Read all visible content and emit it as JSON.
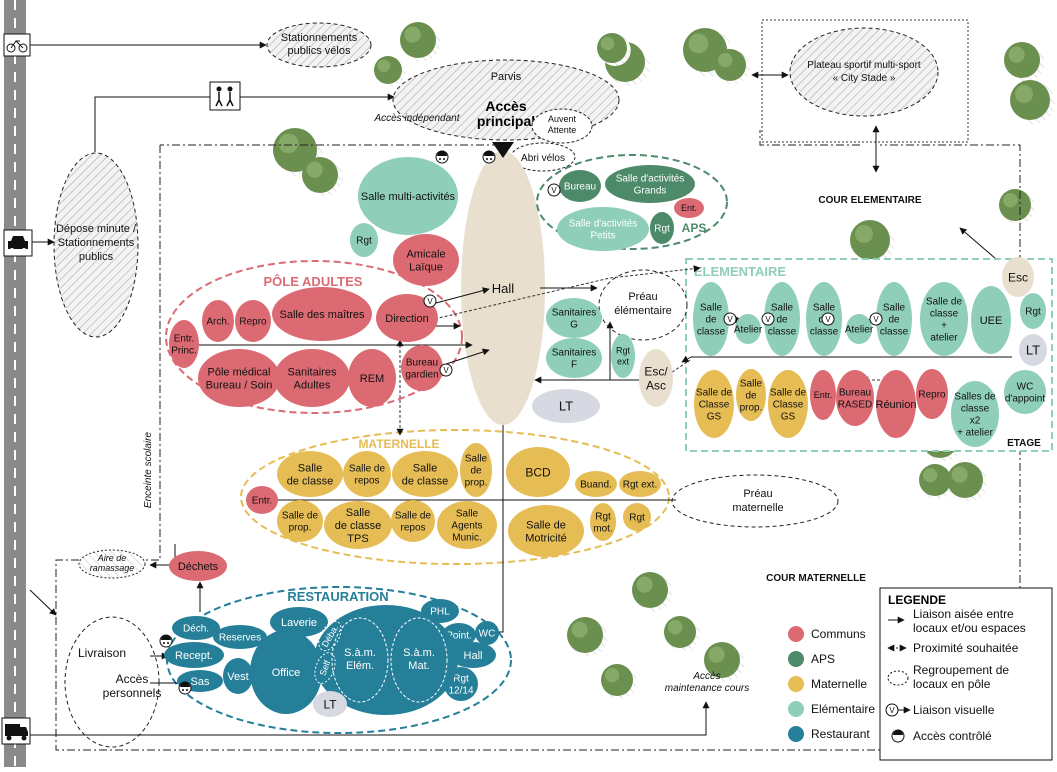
{
  "colors": {
    "communs": "#db6a73",
    "aps": "#4d8a69",
    "maternelle": "#e6bd55",
    "elementaire": "#8fcfba",
    "restaurant": "#257f99",
    "hall": "#e9dfcf",
    "lt": "#d6d9e2"
  },
  "labels": {
    "stationnements_velos": [
      "Stationnements",
      "publics vélos"
    ],
    "parvis": "Parvis",
    "acces_principal": [
      "Accès",
      "principal"
    ],
    "auvent": [
      "Auvent",
      "Attente"
    ],
    "abri_velos": "Abri vélos",
    "acces_independant": "Accès indépendant",
    "plateau": [
      "Plateau sportif multi-sport",
      "« City Stade »"
    ],
    "cour_elementaire": "COUR ELEMENTAIRE",
    "depose": [
      "Dépose minute /",
      "Stationnements",
      "publics"
    ],
    "enceinte": "Enceinte scolaire",
    "aire": [
      "Aire de",
      "ramassage"
    ],
    "livraison": "Livraison",
    "acces_personnels": [
      "Accès",
      "personnels"
    ],
    "acces_maintenance": [
      "Accès",
      "maintenance cours"
    ],
    "cour_maternelle": "COUR MATERNELLE",
    "hall": "Hall",
    "preau_elem": [
      "Préau",
      "élémentaire"
    ],
    "preau_mat": [
      "Préau",
      "maternelle"
    ],
    "esc": "Esc",
    "esc_asc": [
      "Esc/",
      "Asc"
    ],
    "lt": "LT",
    "etage": "ETAGE"
  },
  "poles": {
    "adultes": "PÔLE ADULTES",
    "maternelle": "MATERNELLE",
    "elementaire": "ELEMENTAIRE",
    "aps": "APS",
    "restauration": "RESTAURATION"
  },
  "rooms": {
    "multi": "Salle multi-activités",
    "rgt": "Rgt",
    "amicale": [
      "Amicale",
      "Laïque"
    ],
    "bureau_aps": "Bureau",
    "activites_grands": [
      "Salle d'activités",
      "Grands"
    ],
    "ent": "Ent.",
    "activites_petits": [
      "Salle d'activités",
      "Petits"
    ],
    "arch": "Arch.",
    "repro": "Repro",
    "maitres": "Salle des maîtres",
    "direction": "Direction",
    "entr_princ": [
      "Entr.",
      "Princ."
    ],
    "medical": [
      "Pôle médical",
      "Bureau / Soin"
    ],
    "sanitaires_adultes": [
      "Sanitaires",
      "Adultes"
    ],
    "rem": "REM",
    "bureau_gardien": [
      "Bureau",
      "gardien"
    ],
    "sanitaires_g": [
      "Sanitaires",
      "G"
    ],
    "sanitaires_f": [
      "Sanitaires",
      "F"
    ],
    "rgt_ext": [
      "Rgt",
      "ext"
    ],
    "salle_de_classe": [
      "Salle",
      "de",
      "classe"
    ],
    "atelier": "Atelier",
    "classe_atelier": [
      "Salle de",
      "classe",
      "+",
      "atelier"
    ],
    "uee": "UEE",
    "classe_gs": [
      "Salle de",
      "Classe",
      "GS"
    ],
    "salle_prop_short": [
      "Salle",
      "de",
      "prop."
    ],
    "entr": "Entr.",
    "bureau_rased": [
      "Bureau",
      "RASED"
    ],
    "reunion": "Réunion",
    "salles_x2": [
      "Salles de",
      "classe",
      "x2",
      "+ atelier"
    ],
    "wc_appoint": [
      "WC",
      "d'appoint"
    ],
    "mat_classe": [
      "Salle",
      "de classe"
    ],
    "mat_repos": [
      "Salle de",
      "repos"
    ],
    "mat_prop_top": [
      "Salle",
      "de",
      "prop."
    ],
    "bcd": "BCD",
    "buand": "Buand.",
    "rgt_ext_mat": "Rgt ext.",
    "mat_prop": [
      "Salle de",
      "prop."
    ],
    "mat_tps": [
      "Salle",
      "de classe",
      "TPS"
    ],
    "agents": [
      "Salle",
      "Agents",
      "Munic."
    ],
    "motricite": [
      "Salle de",
      "Motricité"
    ],
    "rgt_mot": [
      "Rgt",
      "mot."
    ],
    "dechets": "Déchets",
    "dech": "Déch.",
    "reserves": "Reserves",
    "laverie": "Laverie",
    "recept": "Recept.",
    "sas": "Sas",
    "vest": "Vest",
    "office": "Office",
    "deba": "Déba.",
    "self": "Self",
    "sam_elem": [
      "S.à.m.",
      "Elém."
    ],
    "sam_mat": [
      "S.à.m.",
      "Mat."
    ],
    "phl": "PHL",
    "point": "Point.",
    "wc": "WC",
    "hall_rest": "Hall",
    "rgt_1214": [
      "Rgt",
      "12/14"
    ]
  },
  "legend": {
    "title": "LEGENDE",
    "items": [
      {
        "label": "Communs",
        "color": "#db6a73"
      },
      {
        "label": "APS",
        "color": "#4d8a69"
      },
      {
        "label": "Maternelle",
        "color": "#e6bd55"
      },
      {
        "label": "Elémentaire",
        "color": "#8fcfba"
      },
      {
        "label": "Restaurant",
        "color": "#257f99"
      }
    ],
    "symbols": [
      [
        "Liaison aisée entre",
        "locaux et/ou espaces"
      ],
      [
        "Proximité souhaitée"
      ],
      [
        "Regroupement de",
        "locaux en pôle"
      ],
      [
        "Liaison visuelle"
      ],
      [
        "Accès contrôlé"
      ]
    ]
  }
}
